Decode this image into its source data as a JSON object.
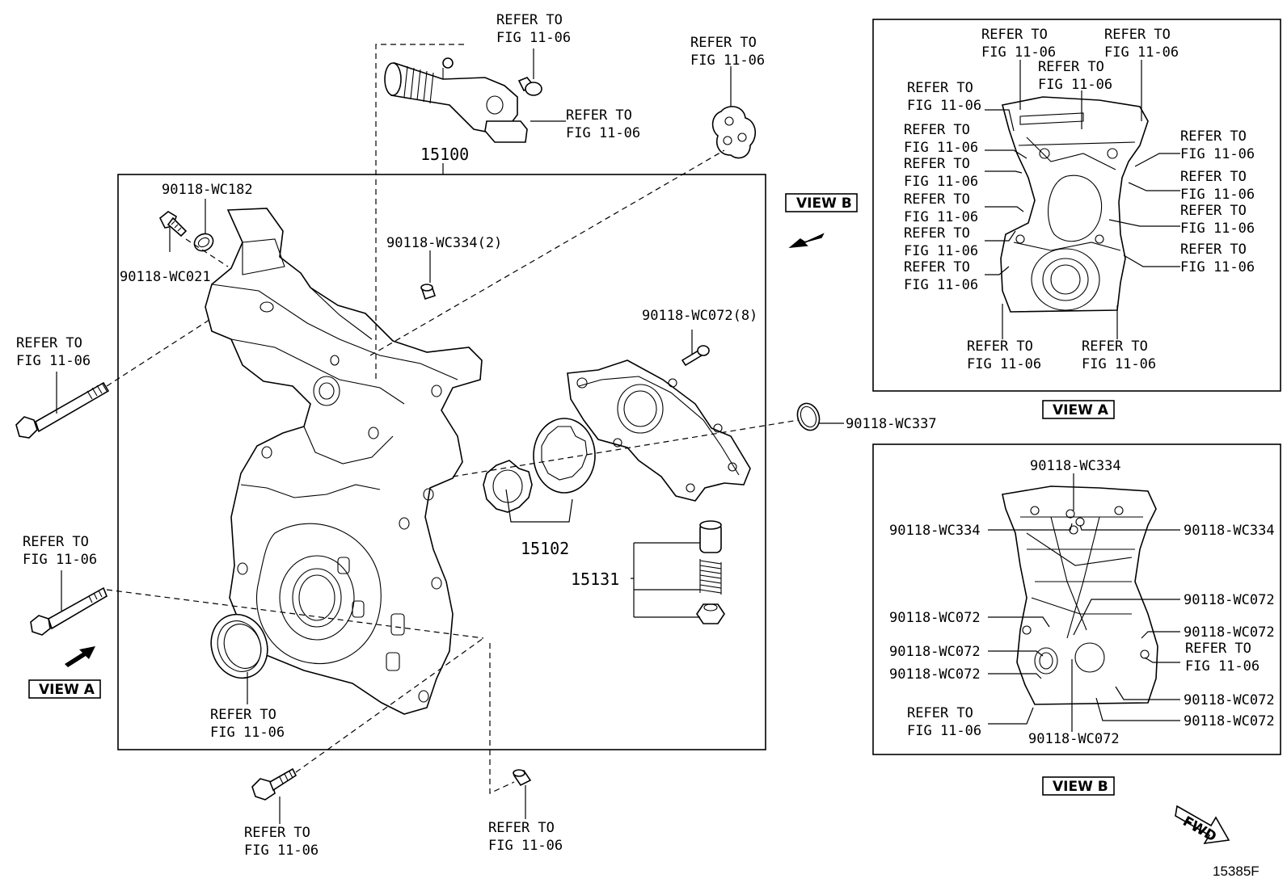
{
  "refer_text": "REFER TO",
  "fig_text": "FIG 11-06",
  "parts": {
    "timing_cover": "15100",
    "rotor_set": "15102",
    "relief_valve": "15131",
    "bolt_wc182": "90118-WC182",
    "bolt_wc021": "90118-WC021",
    "pin_wc334_2": "90118-WC334(2)",
    "bolt_wc072_8": "90118-WC072(8)",
    "oring_wc337": "90118-WC337"
  },
  "view_b_detail": {
    "wc334": "90118-WC334",
    "wc072": "90118-WC072"
  },
  "views": {
    "view_a": "VIEW A",
    "view_b": "VIEW B"
  },
  "fwd": "FWD",
  "diagram_code": "15385F"
}
